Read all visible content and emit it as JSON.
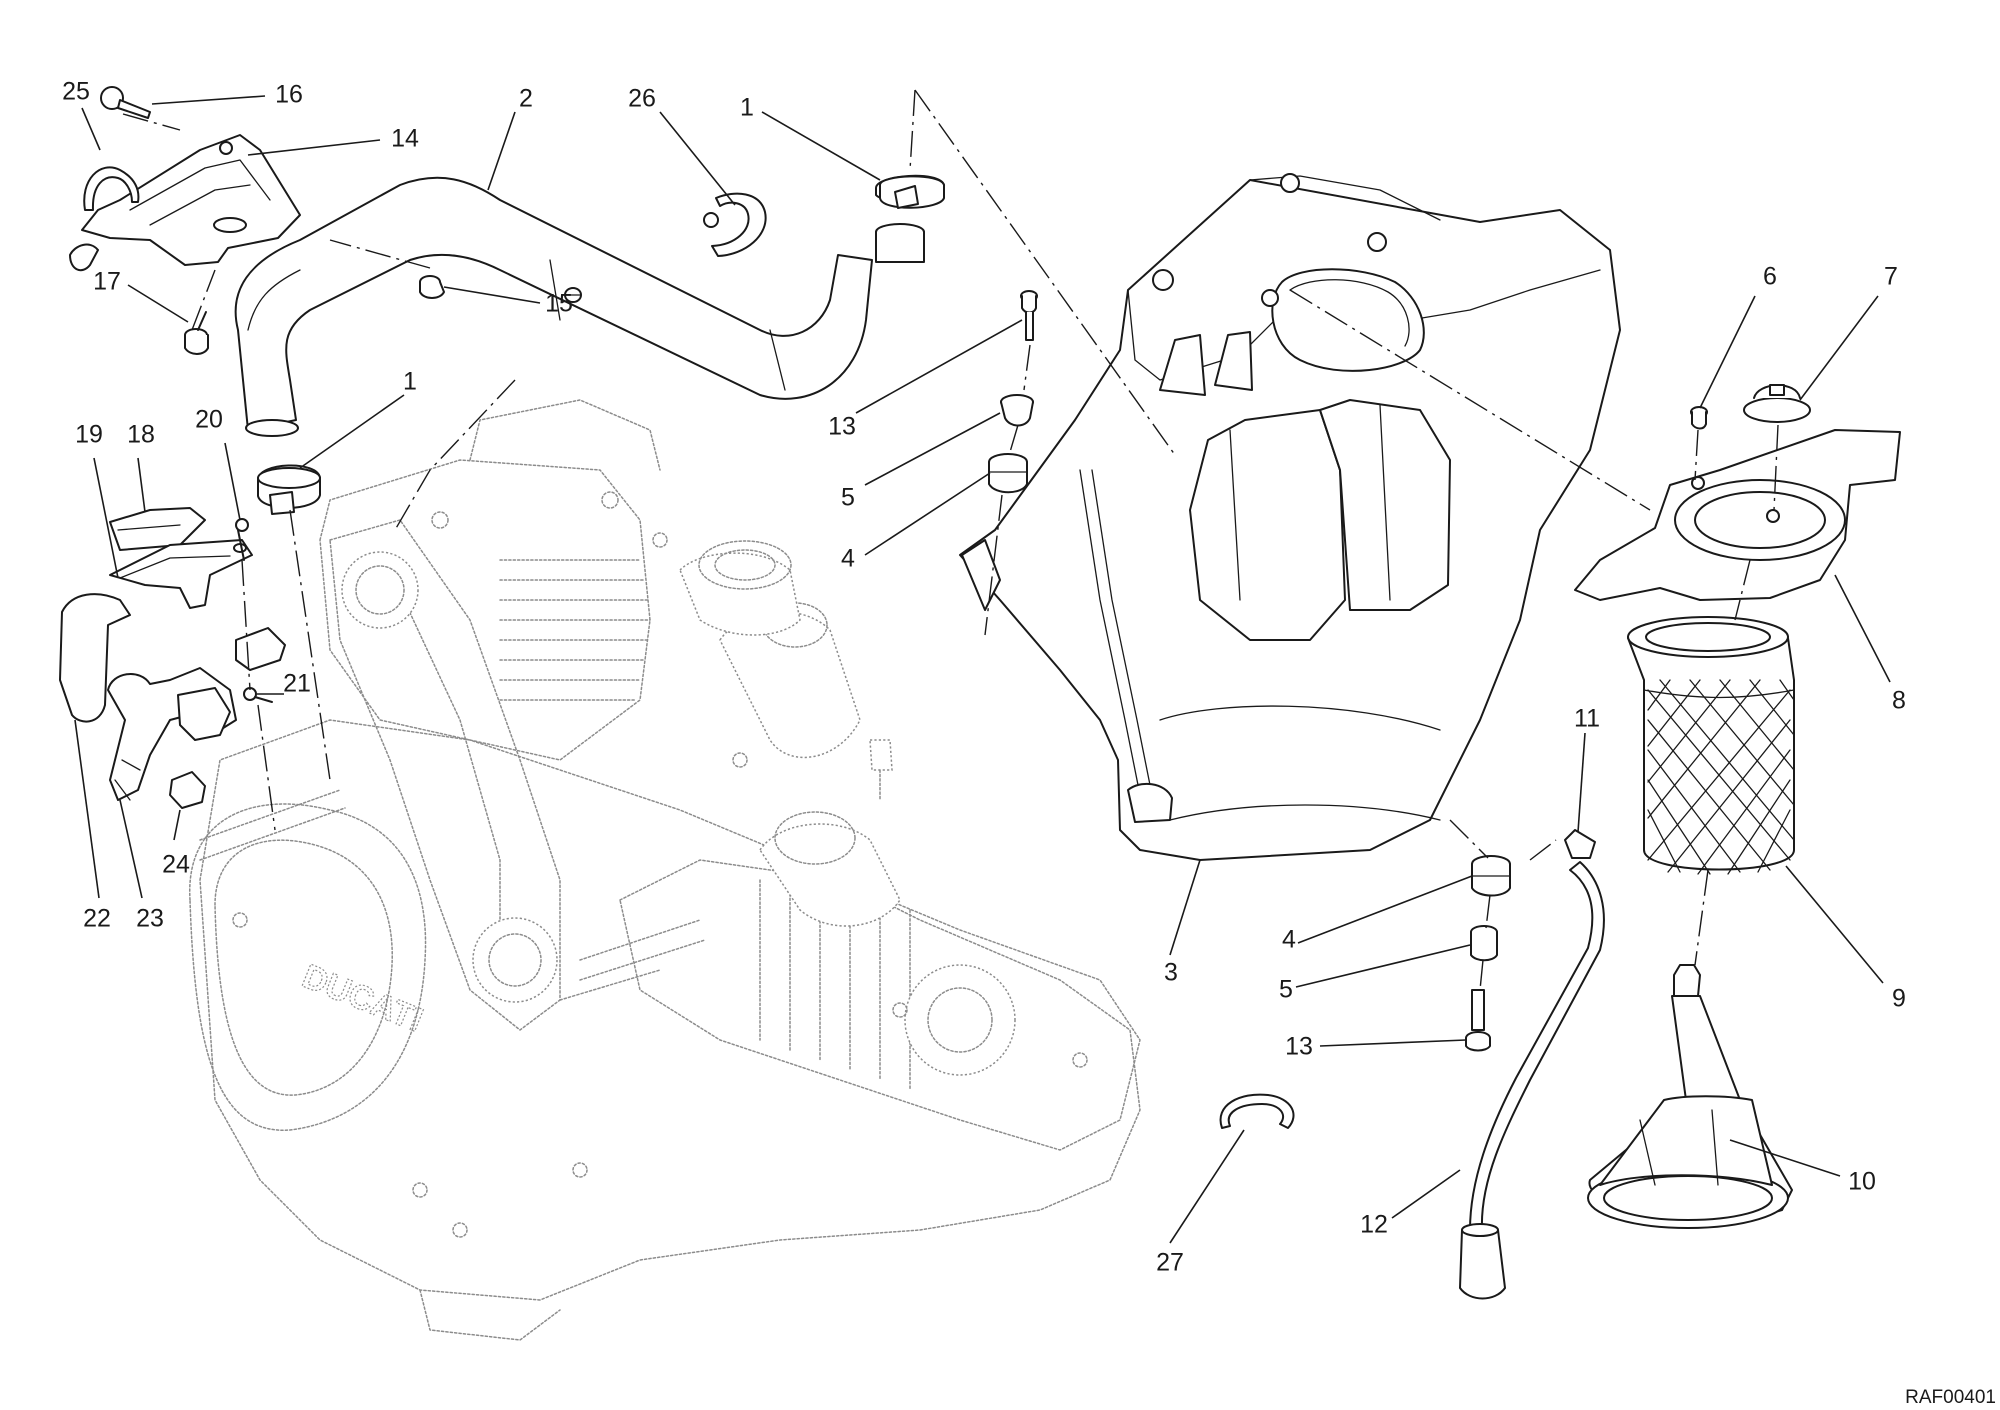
{
  "drawing_code": "RAF00401",
  "callouts": [
    {
      "id": "c25",
      "label": "25"
    },
    {
      "id": "c16",
      "label": "16"
    },
    {
      "id": "c14",
      "label": "14"
    },
    {
      "id": "c2",
      "label": "2"
    },
    {
      "id": "c26",
      "label": "26"
    },
    {
      "id": "c1a",
      "label": "1"
    },
    {
      "id": "c17",
      "label": "17"
    },
    {
      "id": "c15",
      "label": "15"
    },
    {
      "id": "c1b",
      "label": "1"
    },
    {
      "id": "c19",
      "label": "19"
    },
    {
      "id": "c18",
      "label": "18"
    },
    {
      "id": "c20",
      "label": "20"
    },
    {
      "id": "c21",
      "label": "21"
    },
    {
      "id": "c22",
      "label": "22"
    },
    {
      "id": "c23",
      "label": "23"
    },
    {
      "id": "c24",
      "label": "24"
    },
    {
      "id": "c13a",
      "label": "13"
    },
    {
      "id": "c5a",
      "label": "5"
    },
    {
      "id": "c4a",
      "label": "4"
    },
    {
      "id": "c6",
      "label": "6"
    },
    {
      "id": "c7",
      "label": "7"
    },
    {
      "id": "c8",
      "label": "8"
    },
    {
      "id": "c3",
      "label": "3"
    },
    {
      "id": "c11",
      "label": "11"
    },
    {
      "id": "c9",
      "label": "9"
    },
    {
      "id": "c4b",
      "label": "4"
    },
    {
      "id": "c5b",
      "label": "5"
    },
    {
      "id": "c13b",
      "label": "13"
    },
    {
      "id": "c10",
      "label": "10"
    },
    {
      "id": "c12",
      "label": "12"
    },
    {
      "id": "c27",
      "label": "27"
    }
  ],
  "engine_cover_lettering": "DUCATI"
}
